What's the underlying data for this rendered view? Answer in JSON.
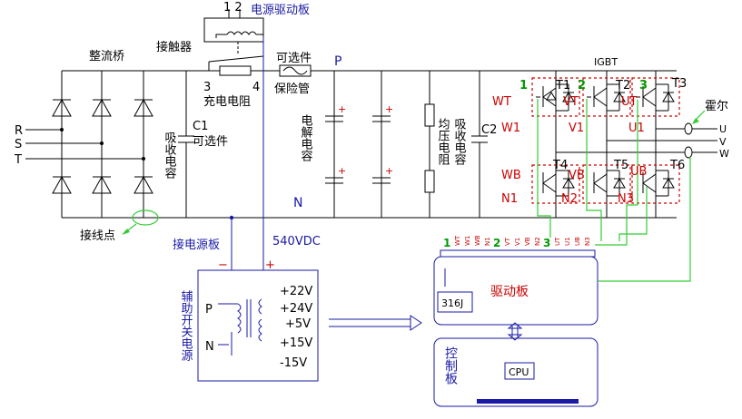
{
  "labels": {
    "rectifier": "整流桥",
    "contactor": "接触器",
    "relay_pins": "1 2",
    "power_drive_board": "电源驱动板",
    "optional_fuse": "可选件",
    "fuse": "保险管",
    "p_bus": "P",
    "n_bus": "N",
    "pin3": "3",
    "pin4": "4",
    "charge_resistor": "充电电阻",
    "absorb_cap_left": "吸收电容",
    "c1": "C1",
    "c1_optional": "可选件",
    "electrolytic_cap": "电解电容",
    "equalizing_resistor": "均压电阻",
    "absorb_cap_right": "吸收电容",
    "c2": "C2",
    "igbt": "IGBT",
    "hall": "霍尔",
    "r": "R",
    "s": "S",
    "t": "T",
    "u": "U",
    "v": "V",
    "w": "W",
    "wiring_point": "接线点",
    "connect_power_board": "接电源板",
    "dc540": "540VDC",
    "minus": "−",
    "plus": "+",
    "aux_supply": "辅助开关电源",
    "p_small": "P",
    "n_small": "N",
    "rails": [
      "+22V",
      "+24V",
      "+5V",
      "+15V",
      "-15V"
    ],
    "drive_board": "驱动板",
    "chip": "316J",
    "control_board": "控制板",
    "cpu": "CPU",
    "num1": "1",
    "num2": "2",
    "num3": "3",
    "t1": "T1",
    "t2": "T2",
    "t3": "T3",
    "t4": "T4",
    "t5": "T5",
    "t6": "T6",
    "wt": "WT",
    "vt": "VT",
    "ut": "UT",
    "w1": "W1",
    "v1": "V1",
    "u1": "U1",
    "wb": "WB",
    "vb": "VB",
    "ub": "UB",
    "n1": "N1",
    "n2": "N2",
    "n3": "N3",
    "connector_pins": [
      "1",
      "WT",
      "W1",
      "WB",
      "N1",
      "2",
      "VT",
      "V1",
      "VB",
      "N2",
      "3",
      "UT",
      "U1",
      "UB",
      "N3"
    ]
  },
  "colors": {
    "black": "#000000",
    "red": "#cc0000",
    "blue": "#1a1aa6",
    "green": "#33cc33"
  }
}
